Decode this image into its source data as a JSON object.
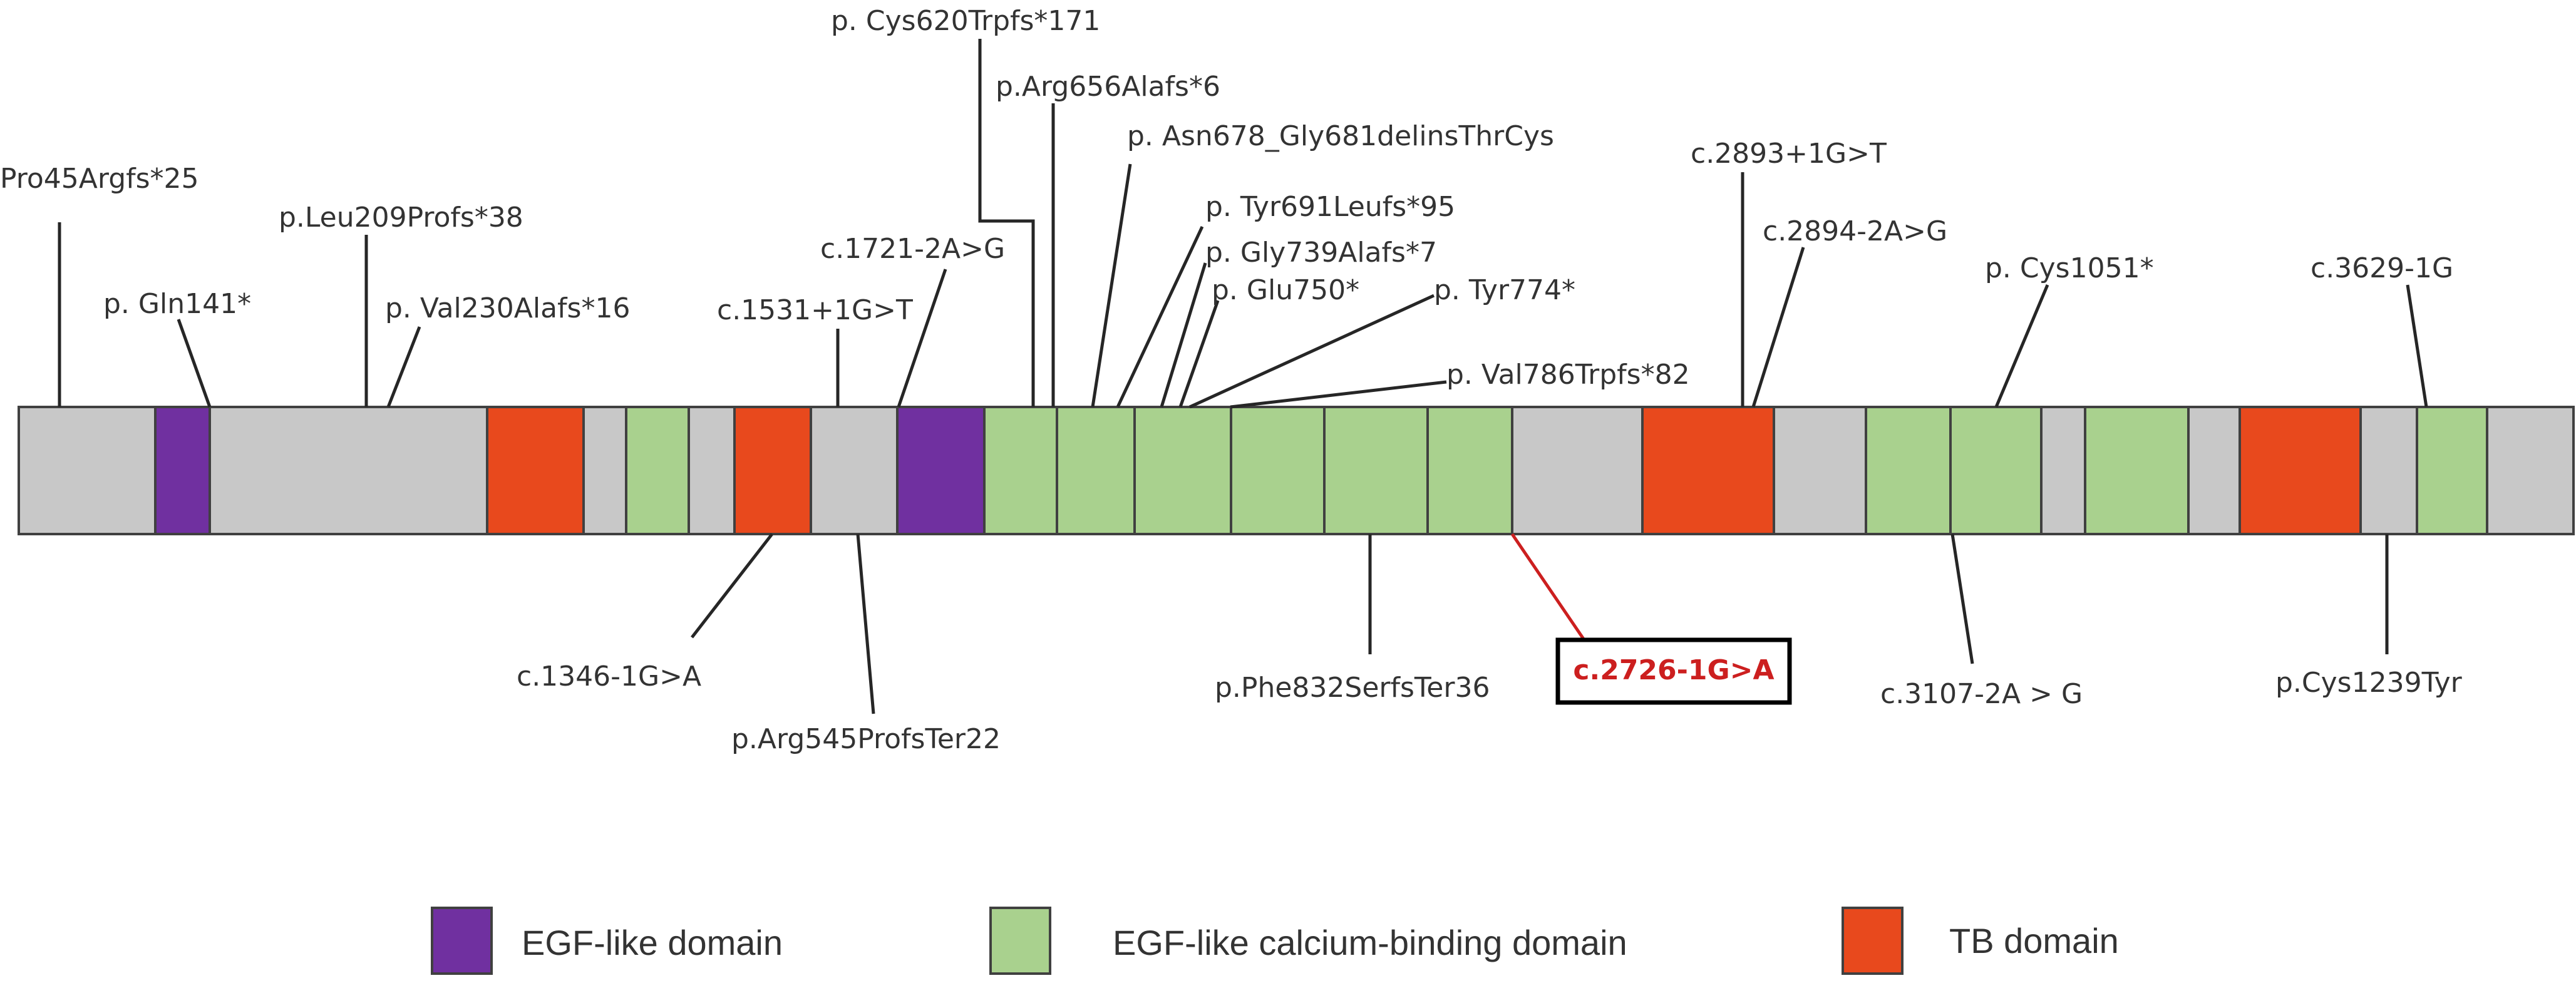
{
  "domain_colors": {
    "other": "#c8c8c8",
    "egf": "#7030a0",
    "egf_ca": "#a9d18e",
    "tb": "#e8491d",
    "highlight": "#cc1f1f"
  },
  "segments": [
    "other",
    "egf",
    "other",
    "tb",
    "other",
    "egf_ca",
    "other",
    "tb",
    "other",
    "egf",
    "egf_ca",
    "egf_ca",
    "egf_ca",
    "egf_ca",
    "egf_ca",
    "egf_ca",
    "other",
    "tb",
    "other",
    "egf_ca",
    "egf_ca",
    "other",
    "egf_ca",
    "other",
    "tb",
    "other",
    "egf_ca",
    "other"
  ],
  "variants_above": [
    "Pro45Argfs*25",
    "p. Gln141*",
    "p.Leu209Profs*38",
    "p. Val230Alafs*16",
    "c.1531+1G>T",
    "c.1721-2A>G",
    "p. Cys620Trpfs*171",
    "p.Arg656Alafs*6",
    "p. Asn678_Gly681delinsThrCys",
    "p. Tyr691Leufs*95",
    "p. Gly739Alafs*7",
    "p. Glu750*",
    "p. Tyr774*",
    "p. Val786Trpfs*82",
    "c.2893+1G>T",
    "c.2894-2A>G",
    "p. Cys1051*",
    "c.3629-1G"
  ],
  "variants_below": [
    "c.1346-1G>A",
    "p.Arg545ProfsTer22",
    "p.Phe832SerfsTer36",
    "c.3107-2A > G",
    "p.Cys1239Tyr"
  ],
  "highlighted_variant": "c.2726-1G>A",
  "legend": [
    {
      "key": "egf",
      "label": "EGF-like domain"
    },
    {
      "key": "egf_ca",
      "label": "EGF-like calcium-binding domain"
    },
    {
      "key": "tb",
      "label": "TB domain"
    }
  ]
}
